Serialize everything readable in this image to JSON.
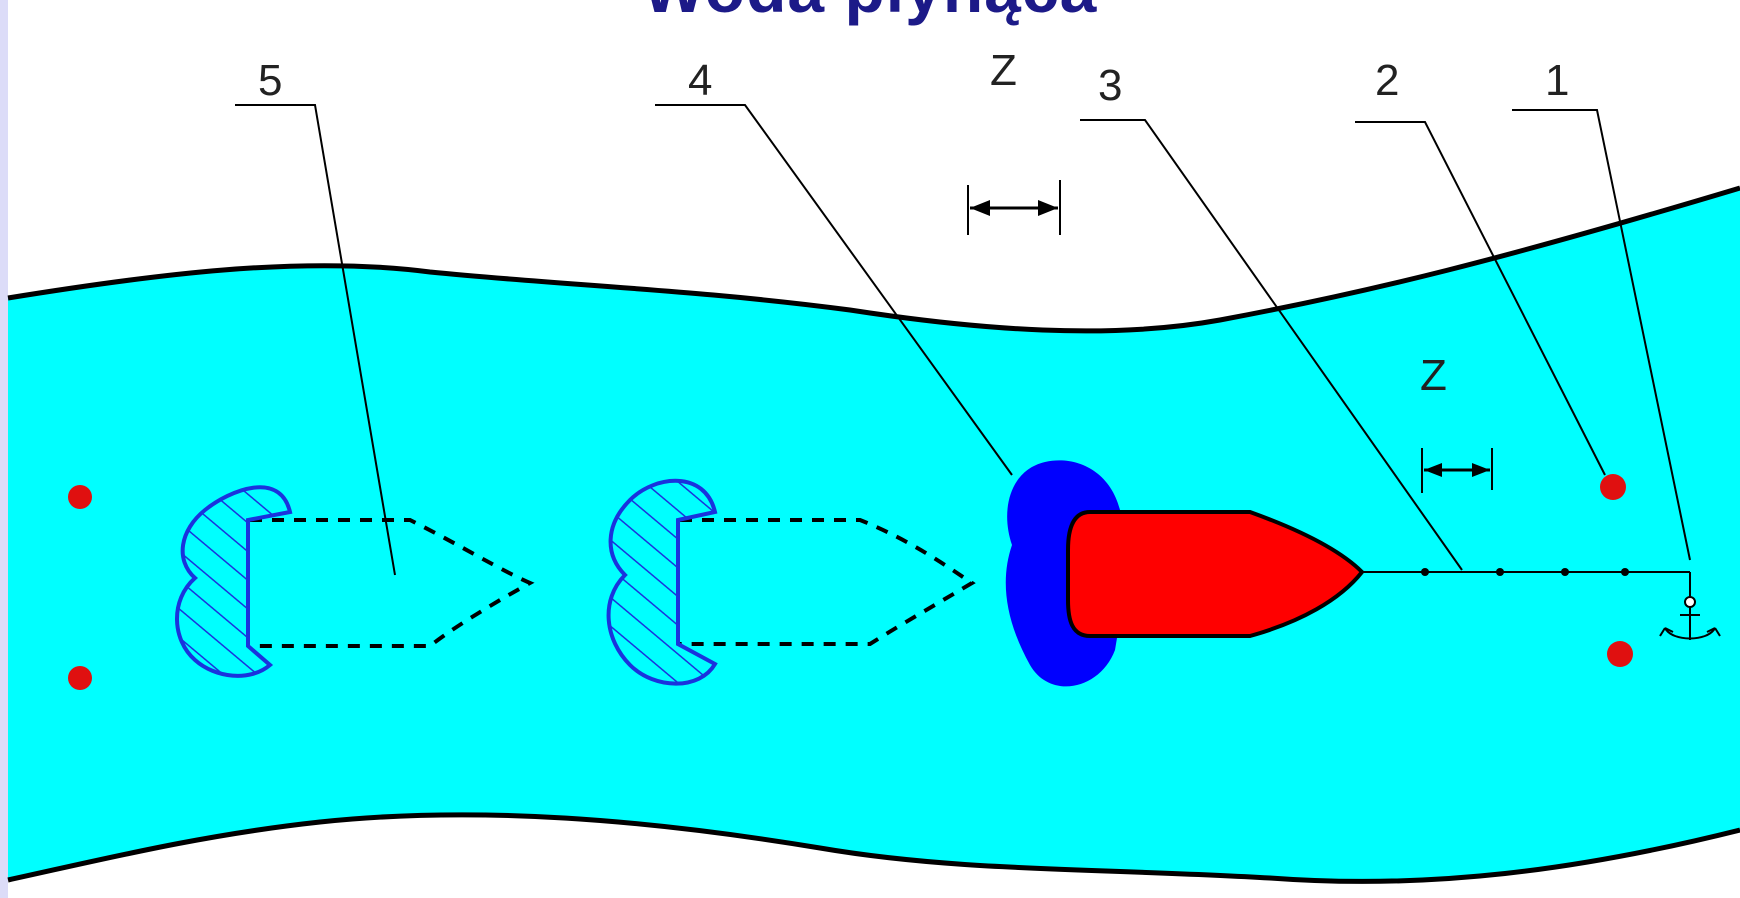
{
  "title": "Woda płynąca",
  "labels": {
    "callout_1": "1",
    "callout_2": "2",
    "callout_3": "3",
    "callout_4": "4",
    "callout_5": "5",
    "distance_top": "Z",
    "distance_mid": "Z"
  },
  "colors": {
    "frame": "#dcdcf8",
    "background": "#ffffff",
    "water": "#00ffff",
    "boat": "#ff0000",
    "splash": "#0000ff",
    "ghost_splash": "#1a33dd",
    "buoy": "#e01010",
    "line": "#000000"
  },
  "icons": {
    "anchor": "anchor-icon",
    "buoy": "buoy-marker"
  }
}
